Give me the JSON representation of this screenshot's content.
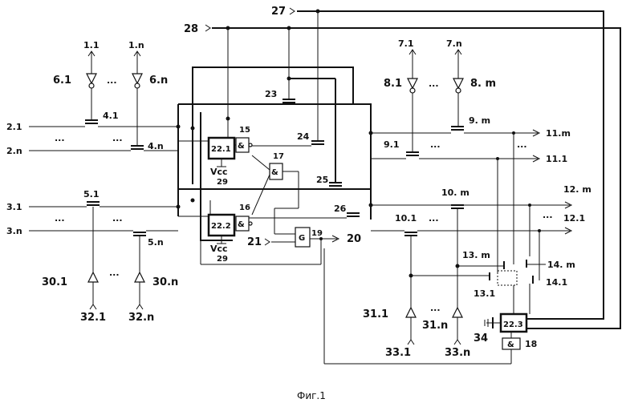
{
  "caption": "Фиг.1",
  "inputs": {
    "n28": "28",
    "n27": "27",
    "n21": "21",
    "in_1_1": "1.1",
    "in_1_n": "1.n",
    "in_7_1": "7.1",
    "in_7_n": "7.n",
    "in_2_1": "2.1",
    "in_2_n": "2.n",
    "in_3_1": "3.1",
    "in_3_n": "3.n",
    "in_32_1": "32.1",
    "in_32_n": "32.n",
    "in_33_1": "33.1",
    "in_33_n": "33.n"
  },
  "outputs": {
    "out_20": "20",
    "out_11_m": "11.m",
    "out_11_1": "11.1",
    "out_12_m": "12. m",
    "out_12_1": "12.1"
  },
  "elements": {
    "e6_1": "6.1",
    "e6_n": "6.n",
    "e8_1": "8.1",
    "e8_m": "8. m",
    "e4_1": "4.1",
    "e4_n": "4.n",
    "e5_1": "5.1",
    "e5_n": "5.n",
    "e9_m": "9. m",
    "e9_1": "9.1",
    "e10_m": "10. m",
    "e10_1": "10.1",
    "e13_m": "13. m",
    "e13_1": "13.1",
    "e14_m": "14. m",
    "e14_1": "14.1",
    "e30_1": "30.1",
    "e30_n": "30.n",
    "e31_1": "31.1",
    "e31_n": "31.n",
    "e15": "15",
    "e16": "16",
    "e17": "17",
    "e18": "18",
    "e19": "19",
    "e23": "23",
    "e24": "24",
    "e25": "25",
    "e26": "26",
    "e29a": "29",
    "e29b": "29",
    "e34": "34",
    "vcc_a": "Vcc",
    "vcc_b": "Vcc"
  },
  "blocks": {
    "b22_1": "22.1",
    "b22_2": "22.2",
    "b22_3": "22.3",
    "and_symbol": "&",
    "g_symbol": "G"
  },
  "ellipsis": "..."
}
